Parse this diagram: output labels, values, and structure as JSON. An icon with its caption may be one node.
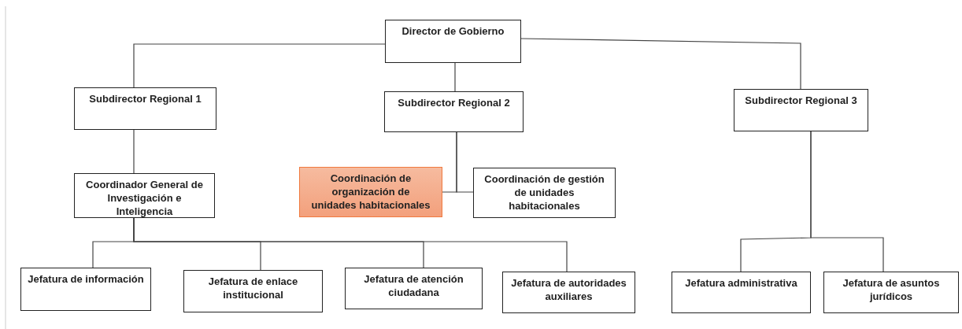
{
  "diagram": {
    "nodes": [
      {
        "text": [
          "Director de Gobierno"
        ]
      },
      {
        "text": [
          "Subdirector Regional 1"
        ]
      },
      {
        "text": [
          "Subdirector Regional 2"
        ]
      },
      {
        "text": [
          "Subdirector Regional 3"
        ]
      },
      {
        "text": [
          "Coordinador General de Investigación e Inteligencia"
        ]
      },
      {
        "text": [
          "Coordinación de organización de unidades habitacionales"
        ]
      },
      {
        "text": [
          "Coordinación de gestión de unidades habitacionales"
        ]
      },
      {
        "text": [
          "Jefatura de información"
        ]
      },
      {
        "text": [
          "Jefatura de enlace institucional"
        ]
      },
      {
        "text": [
          "Jefatura de atención ciudadana"
        ]
      },
      {
        "text": [
          "Jefatura de autoridades auxiliares"
        ]
      },
      {
        "text": [
          "Jefatura administrativa"
        ]
      },
      {
        "text": [
          "Jefatura de asuntos jurídicos"
        ]
      }
    ],
    "edges": [
      {
        "from": 0,
        "to": 1,
        "arrow": "none"
      },
      {
        "from": 0,
        "to": 2,
        "arrow": "none"
      },
      {
        "from": 0,
        "to": 3,
        "arrow": "none"
      },
      {
        "from": 1,
        "to": 4,
        "arrow": "none"
      },
      {
        "from": 2,
        "to": 5,
        "arrow": "none"
      },
      {
        "from": 2,
        "to": 6,
        "arrow": "none"
      },
      {
        "from": 4,
        "to": 7,
        "arrow": "none"
      },
      {
        "from": 4,
        "to": 8,
        "arrow": "none"
      },
      {
        "from": 4,
        "to": 9,
        "arrow": "none"
      },
      {
        "from": 4,
        "to": 10,
        "arrow": "none"
      },
      {
        "from": 3,
        "to": 11,
        "arrow": "none"
      },
      {
        "from": 3,
        "to": 12,
        "arrow": "none"
      }
    ]
  }
}
